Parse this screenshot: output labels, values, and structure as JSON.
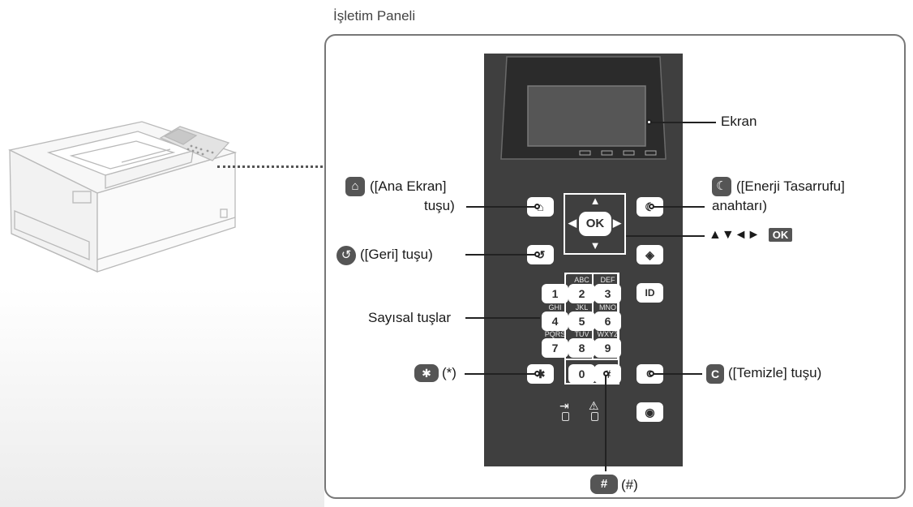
{
  "header": {
    "title": "İşletim Paneli"
  },
  "labels": {
    "ekran": "Ekran",
    "home_line1": "([Ana Ekran]",
    "home_line2": "tuşu)",
    "energy_line1": "([Enerji Tasarrufu]",
    "energy_line2": "anahtarı)",
    "arrows": "▲▼◄►",
    "arrows_ok": "OK",
    "back": "([Geri] tuşu)",
    "numeric": "Sayısal tuşlar",
    "star": "(*)",
    "clear": "([Temizle] tuşu)",
    "hash": "(#)"
  },
  "keypad": {
    "keys": [
      "1",
      "2",
      "3",
      "4",
      "5",
      "6",
      "7",
      "8",
      "9",
      "*",
      "0",
      "#"
    ],
    "letters": [
      "",
      "ABC",
      "DEF",
      "GHI",
      "JKL",
      "MNO",
      "PQRS",
      "TUV",
      "WXYZ",
      "",
      "",
      ""
    ],
    "ok": "OK",
    "id": "ID",
    "c": "C"
  },
  "colors": {
    "panel": "#3f3f3f",
    "frame": "#777777",
    "icon": "#555555"
  }
}
